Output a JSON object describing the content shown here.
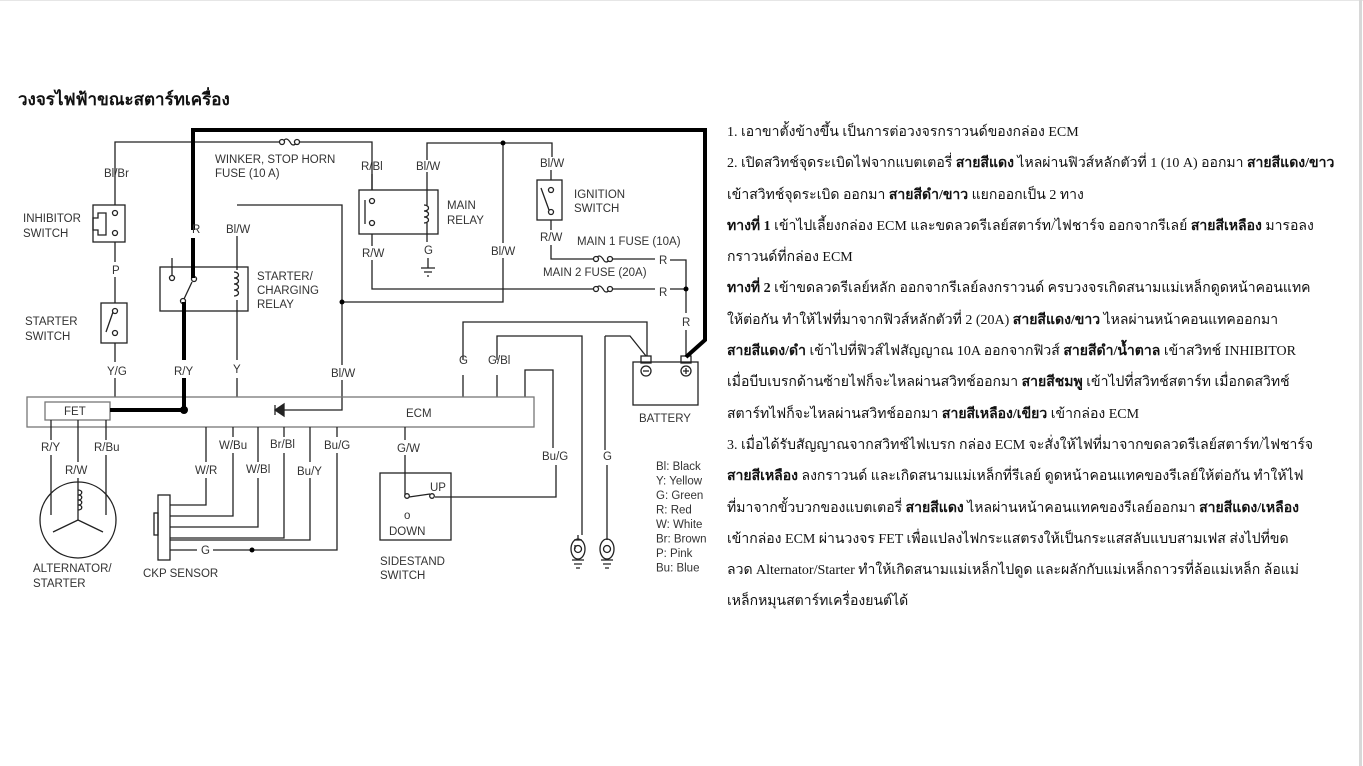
{
  "title": "วงจรไฟฟ้าขณะสตาร์ทเครื่อง",
  "diagram": {
    "labels": {
      "winker_fuse_1": "WINKER, STOP HORN",
      "winker_fuse_2": "FUSE (10 A)",
      "bl_br": "Bl/Br",
      "inhibitor_1": "INHIBITOR",
      "inhibitor_2": "SWITCH",
      "p": "P",
      "starter_sw_1": "STARTER",
      "starter_sw_2": "SWITCH",
      "y_g": "Y/G",
      "r_top": "R",
      "bl_w_relay": "Bl/W",
      "relay_1": "STARTER/",
      "relay_2": "CHARGING",
      "relay_3": "RELAY",
      "r_y": "R/Y",
      "y": "Y",
      "bl_w_ecm": "Bl/W",
      "r_bl": "R/Bl",
      "bl_w_main": "Bl/W",
      "main_relay_1": "MAIN",
      "main_relay_2": "RELAY",
      "r_w_main": "R/W",
      "g_main": "G",
      "bl_w_mid": "Bl/W",
      "bl_w_ign": "Bl/W",
      "ign_1": "IGNITION",
      "ign_2": "SWITCH",
      "r_w_ign": "R/W",
      "main1_fuse": "MAIN 1 FUSE (10A)",
      "main2_fuse": "MAIN 2 FUSE (20A)",
      "r_1": "R",
      "r_2": "R",
      "r_3": "R",
      "g_ecm": "G",
      "g_bl": "G/Bl",
      "battery": "BATTERY",
      "ecm": "ECM",
      "fet": "FET",
      "r_y_alt": "R/Y",
      "r_bu_alt": "R/Bu",
      "r_w_alt": "R/W",
      "alt_1": "ALTERNATOR/",
      "alt_2": "STARTER",
      "w_bu": "W/Bu",
      "br_bl": "Br/Bl",
      "bu_g_ckp": "Bu/G",
      "w_r": "W/R",
      "w_bl": "W/Bl",
      "bu_y": "Bu/Y",
      "g_ckp": "G",
      "ckp": "CKP SENSOR",
      "g_w": "G/W",
      "up": "UP",
      "down": "DOWN",
      "side_1": "SIDESTAND",
      "side_2": "SWITCH",
      "bu_g_side": "Bu/G",
      "g_ground": "G"
    },
    "legend": [
      "Bl: Black",
      "Y: Yellow",
      "G: Green",
      "R: Red",
      "W: White",
      "Br: Brown",
      "P: Pink",
      "Bu: Blue"
    ]
  },
  "text_lines": [
    [
      {
        "t": "1. เอาขาตั้งข้างขึ้น เป็นการต่อวงจรกราวนด์ของกล่อง ECM",
        "b": false
      }
    ],
    [
      {
        "t": "2. เปิดสวิทช์จุดระเบิดไฟจากแบตเตอรี่ ",
        "b": false
      },
      {
        "t": "สายสีแดง",
        "b": true
      },
      {
        "t": " ไหลผ่านฟิวส์หลักตัวที่ 1 (10 A) ออกมา ",
        "b": false
      },
      {
        "t": "สายสีแดง/ขาว",
        "b": true
      }
    ],
    [
      {
        "t": "เข้าสวิทช์จุดระเบิด ออกมา ",
        "b": false
      },
      {
        "t": "สายสีดำ/ขาว",
        "b": true
      },
      {
        "t": " แยกออกเป็น 2 ทาง",
        "b": false
      }
    ],
    [
      {
        "t": "ทางที่ 1",
        "b": true
      },
      {
        "t": " เข้าไปเลี้ยงกล่อง ECM และขดลวดรีเลย์สตาร์ท/ไฟชาร์จ ออกจากรีเลย์ ",
        "b": false
      },
      {
        "t": "สายสีเหลือง",
        "b": true
      },
      {
        "t": " มารอลง",
        "b": false
      }
    ],
    [
      {
        "t": "กราวนด์ที่กล่อง ECM",
        "b": false
      }
    ],
    [
      {
        "t": "ทางที่ 2",
        "b": true
      },
      {
        "t": " เข้าขดลวดรีเลย์หลัก ออกจากรีเลย์ลงกราวนด์ ครบวงจรเกิดสนามแม่เหล็กดูดหน้าคอนแทค",
        "b": false
      }
    ],
    [
      {
        "t": "ให้ต่อกัน ทำให้ไฟที่มาจากฟิวส์หลักตัวที่ 2   (20A) ",
        "b": false
      },
      {
        "t": "สายสีแดง/ขาว",
        "b": true
      },
      {
        "t": "  ไหลผ่านหน้าคอนแทคออกมา",
        "b": false
      }
    ],
    [
      {
        "t": "สายสีแดง/ดำ",
        "b": true
      },
      {
        "t": " เข้าไปที่ฟิวส์ไฟสัญญาณ 10A ออกจากฟิวส์ ",
        "b": false
      },
      {
        "t": "สายสีดำ/น้ำตาล",
        "b": true
      },
      {
        "t": " เข้าสวิทช์ INHIBITOR",
        "b": false
      }
    ],
    [
      {
        "t": "เมื่อบีบเบรกด้านซ้ายไฟก็จะไหลผ่านสวิทช์ออกมา  ",
        "b": false
      },
      {
        "t": "สายสีชมพู",
        "b": true
      },
      {
        "t": " เข้าไปที่สวิทช์สตาร์ท เมื่อกดสวิทช์",
        "b": false
      }
    ],
    [
      {
        "t": "สตาร์ทไฟก็จะไหลผ่านสวิทช์ออกมา ",
        "b": false
      },
      {
        "t": "สายสีเหลือง/เขียว",
        "b": true
      },
      {
        "t": " เข้ากล่อง ECM",
        "b": false
      }
    ],
    [
      {
        "t": "3. เมื่อได้รับสัญญาณจากสวิทช์ไฟเบรก กล่อง ECM จะสั่งให้ไฟที่มาจากขดลวดรีเลย์สตาร์ท/ไฟชาร์จ",
        "b": false
      }
    ],
    [
      {
        "t": "สายสีเหลือง",
        "b": true
      },
      {
        "t": " ลงกราวนด์  และเกิดสนามแม่เหล็กที่รีเลย์ ดูดหน้าคอนแทคของรีเลย์ให้ต่อกัน ทำให้ไฟ",
        "b": false
      }
    ],
    [
      {
        "t": "ที่มาจากขั้วบวกของแบตเตอรี่ ",
        "b": false
      },
      {
        "t": "สายสีแดง",
        "b": true
      },
      {
        "t": "  ไหลผ่านหน้าคอนแทคของรีเลย์ออกมา ",
        "b": false
      },
      {
        "t": "สายสีแดง/เหลือง",
        "b": true
      }
    ],
    [
      {
        "t": "เข้ากล่อง ECM  ผ่านวงจร FET เพื่อแปลงไฟกระแสตรงให้เป็นกระแสสลับแบบสามเฟส ส่งไปที่ขด",
        "b": false
      }
    ],
    [
      {
        "t": "ลวด Alternator/Starter ทำให้เกิดสนามแม่เหล็กไปดูด และผลักกับแม่เหล็กถาวรที่ล้อแม่เหล็ก ล้อแม่",
        "b": false
      }
    ],
    [
      {
        "t": "เหล็กหมุนสตาร์ทเครื่องยนต์ได้",
        "b": false
      }
    ]
  ]
}
